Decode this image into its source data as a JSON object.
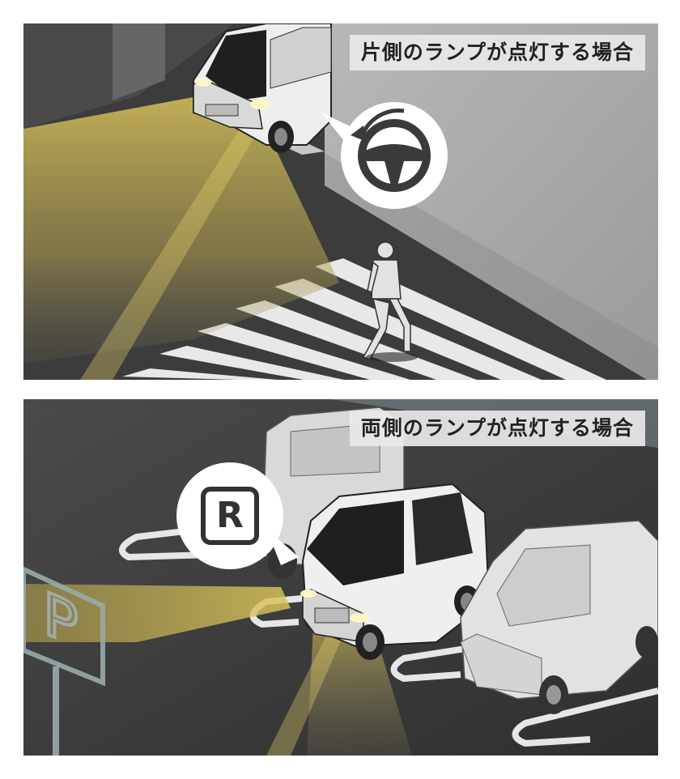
{
  "panels": [
    {
      "caption": "片側のランプが点灯する場合",
      "bubble_icon": "steering-wheel-icon"
    },
    {
      "caption": "両側のランプが点灯する場合",
      "bubble_icon": "reverse-gear-icon",
      "gear_letter": "R",
      "sign_letter": "P"
    }
  ]
}
